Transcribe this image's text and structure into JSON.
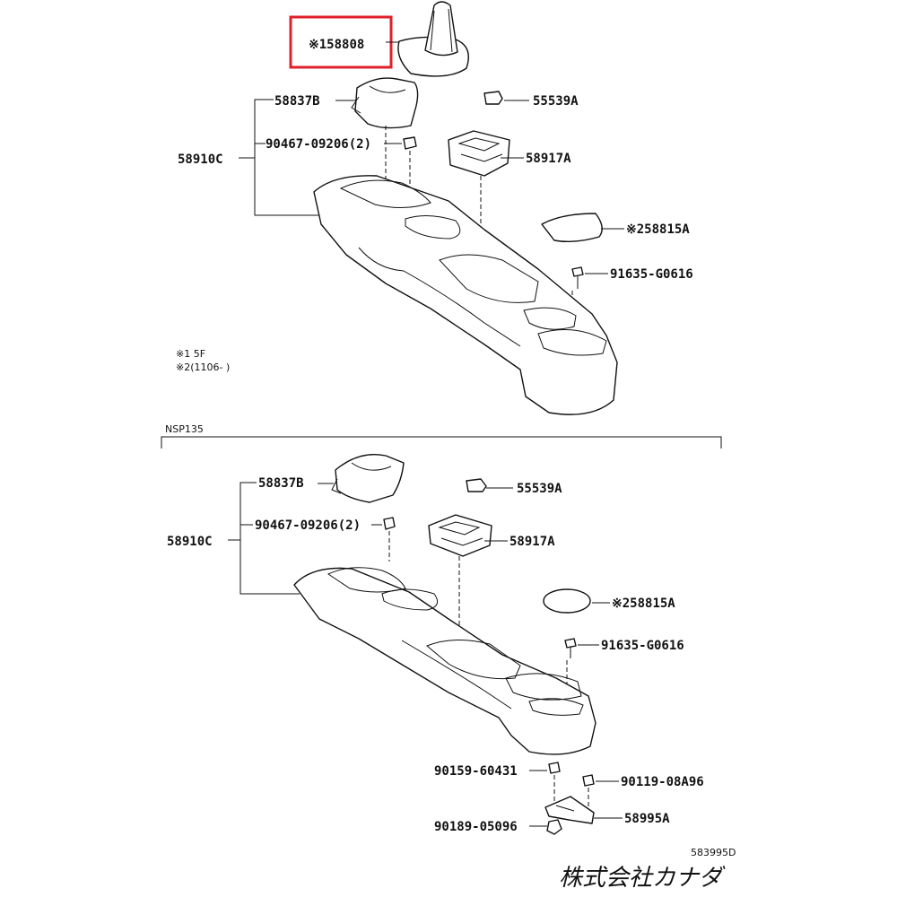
{
  "highlight_color": "#e0202a",
  "top_diagram": {
    "highlighted_label": "※158808",
    "labels": {
      "boot": "※158808",
      "cover": "58837B",
      "console": "58910C",
      "clip_bolt": "90467-09206(2)",
      "button": "55539A",
      "switch": "58917A",
      "mat": "※258815A",
      "screw": "91635-G0616"
    },
    "notes": [
      "※1 5F",
      "※2(1106-     )"
    ]
  },
  "section_label": "NSP135",
  "bottom_diagram": {
    "labels": {
      "cover": "58837B",
      "console": "58910C",
      "clip_bolt": "90467-09206(2)",
      "button": "55539A",
      "switch": "58917A",
      "mat": "※258815A",
      "screw": "91635-G0616",
      "bolt_a": "90159-60431",
      "bolt_b": "90119-08A96",
      "bracket": "58995A",
      "nut": "90189-05096"
    }
  },
  "diagram_code": "583995D",
  "company_signature": "株式会社カナダ"
}
